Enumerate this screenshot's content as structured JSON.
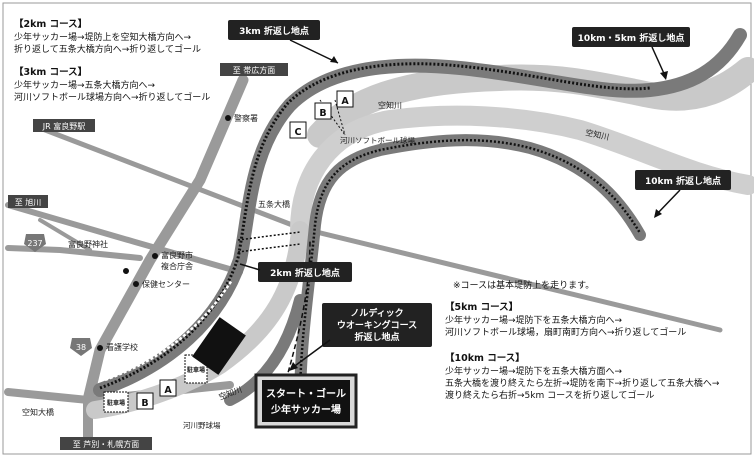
{
  "course_2km": {
    "title": "【2km コース】",
    "line1": "少年サッカー場→堤防上を空知大橋方向へ→",
    "line2": "折り返して五条大橋方向へ→折り返してゴール"
  },
  "course_3km": {
    "title": "【3km コース】",
    "line1": "少年サッカー場→五条大橋方向へ→",
    "line2": "河川ソフトボール球場方向へ→折り返してゴール"
  },
  "course_5km": {
    "title": "【5km コース】",
    "line1": "少年サッカー場→堤防下を五条大橋方向へ→",
    "line2": "河川ソフトボール球場，扇町南町方向へ→折り返してゴール"
  },
  "course_10km": {
    "title": "【10km コース】",
    "line1": "少年サッカー場→堤防下を五条大橋方面へ→",
    "line2": "五条大橋を渡り終えたら左折→堤防を南下→折り返して五条大橋へ→",
    "line3": "渡り終えたら右折→5km コースを折り返してゴール"
  },
  "note": "※コースは基本堤防上を走ります。",
  "callouts": {
    "turn_3km": "3km 折返し地点",
    "turn_10km_5km": "10km・5km 折返し地点",
    "turn_10km": "10km 折返し地点",
    "turn_2km": "2km 折返し地点",
    "nordic_1": "ノルディック",
    "nordic_2": "ウオーキングコース",
    "nordic_3": "折返し地点",
    "start_goal_1": "スタート・ゴール",
    "start_goal_2": "少年サッカー場"
  },
  "labels": {
    "to_obihiro": "至 帯広方面",
    "jr_station": "JR 富良野駅",
    "to_asahikawa": "至 旭川",
    "to_ashibetsu": "至 芦別・札幌方面",
    "police": "警察署",
    "shrine": "富良野神社",
    "city_hall_1": "富良野市",
    "city_hall_2": "複合庁舎",
    "health_center": "保健センター",
    "nursing_school": "看護学校",
    "river_upper": "空知川",
    "river_right": "空知川",
    "river_lower": "空知川",
    "gojo_bridge": "五条大橋",
    "sorachi_bridge": "空知大橋",
    "softball_field": "河川ソフトボール球場",
    "kawaguchi_field": "河川野球場",
    "parking_1": "駐車場",
    "parking_2": "駐車場",
    "marker_a1": "A",
    "marker_b1": "B",
    "marker_c": "C",
    "marker_a2": "A",
    "marker_b2": "B",
    "route_237": "237",
    "route_38": "38"
  }
}
